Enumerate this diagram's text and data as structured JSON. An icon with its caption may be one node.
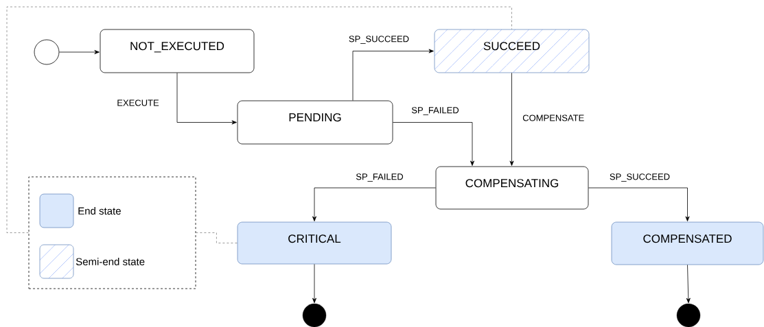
{
  "diagram": {
    "nodes": [
      {
        "text": [],
        "shape": "circle"
      },
      {
        "text": [
          "NOT_EXECUTED"
        ]
      },
      {
        "text": [
          "PENDING"
        ]
      },
      {
        "text": [
          "SUCCEED"
        ]
      },
      {
        "text": [
          "COMPENSATING"
        ]
      },
      {
        "text": [
          "CRITICAL"
        ]
      },
      {
        "text": [
          "COMPENSATED"
        ]
      },
      {
        "text": [],
        "shape": "circle"
      },
      {
        "text": [],
        "shape": "circle"
      },
      {
        "text": [],
        "shape": "box"
      }
    ],
    "edges": [
      {
        "from": 0,
        "to": 1,
        "arrow": "to"
      },
      {
        "from": 1,
        "to": 2,
        "arrow": "to",
        "label": "EXECUTE"
      },
      {
        "from": 2,
        "to": 3,
        "arrow": "to",
        "label": "SP_SUCCEED"
      },
      {
        "from": 2,
        "to": 4,
        "arrow": "to",
        "label": "SP_FAILED"
      },
      {
        "from": 3,
        "to": 4,
        "arrow": "to",
        "label": "COMPENSATE"
      },
      {
        "from": 4,
        "to": 5,
        "arrow": "to",
        "label": "SP_FAILED"
      },
      {
        "from": 4,
        "to": 6,
        "arrow": "to",
        "label": "SP_SUCCEED"
      },
      {
        "from": 5,
        "to": 7,
        "arrow": "to"
      },
      {
        "from": 6,
        "to": 8,
        "arrow": "to"
      },
      {
        "from": 9,
        "to": 5,
        "arrow": "none",
        "style": "dashed"
      },
      {
        "from": 9,
        "to": 3,
        "arrow": "none",
        "style": "dashed"
      }
    ],
    "legend": [
      {
        "text": "End state",
        "color": "#dae8fc"
      },
      {
        "text": "Semi-end state"
      }
    ]
  }
}
